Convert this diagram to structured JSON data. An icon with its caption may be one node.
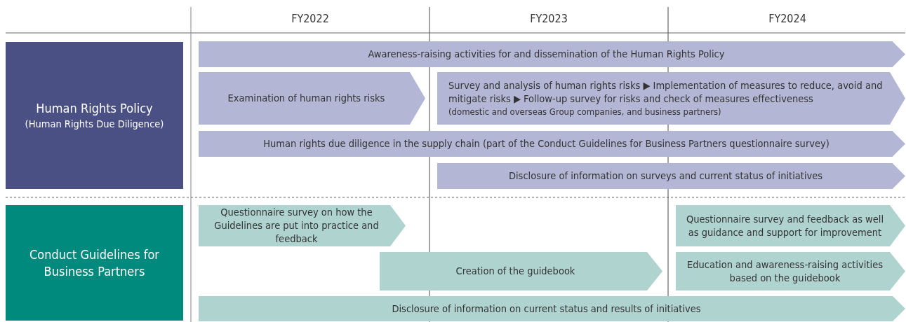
{
  "diagram": {
    "nodes": [
      {
        "text": [
          "Human Rights Policy",
          "(Human Rights Due Diligence)"
        ]
      },
      {
        "text": [
          "Awareness-raising activities for and dissemination of the Human Rights Policy"
        ]
      },
      {
        "text": [
          "Examination of human rights risks"
        ]
      },
      {
        "text": [
          "Survey and analysis of human rights risks ▶ Implementation of measures to reduce, avoid and mitigate risks ▶ Follow-up survey for risks and check of measures effectiveness",
          "(domestic and overseas Group companies, and business partners)"
        ]
      },
      {
        "text": [
          "Human rights due diligence in the supply chain (part of the Conduct Guidelines for Business Partners questionnaire survey)"
        ]
      },
      {
        "text": [
          "Disclosure of information on surveys and current status of initiatives"
        ]
      },
      {
        "text": [
          "Conduct Guidelines for Business Partners"
        ]
      },
      {
        "text": [
          "Questionnaire survey on how the Guidelines are put into practice and feedback"
        ]
      },
      {
        "text": [
          "Questionnaire survey and feedback as well as guidance and support for improvement"
        ]
      },
      {
        "text": [
          "Creation of the guidebook"
        ]
      },
      {
        "text": [
          "Education and awareness-raising activities based on the guidebook"
        ]
      },
      {
        "text": [
          "Disclosure of information on current status and results of initiatives"
        ]
      }
    ],
    "labels": [
      "FY2022",
      "FY2023",
      "FY2024"
    ]
  }
}
